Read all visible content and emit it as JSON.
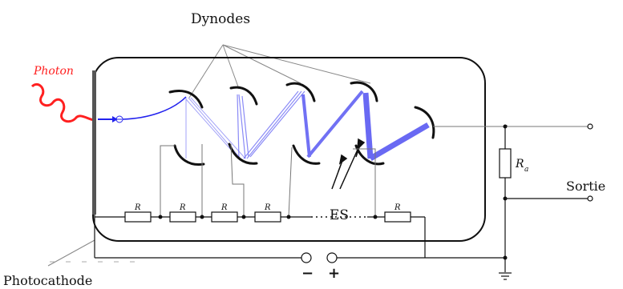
{
  "labels": {
    "dynodes": "Dynodes",
    "photon": "Photon",
    "photocathode": "Photocathode",
    "es": "ES",
    "sortie": "Sortie",
    "minus": "−",
    "plus": "+",
    "resistor": "R",
    "load_resistor_main": "R",
    "load_resistor_sub": "a"
  },
  "colors": {
    "photon": "#ff2020",
    "electrons": "#2222ee",
    "electrons_light": "#8080ff",
    "outline": "#000000",
    "wire": "#777777"
  }
}
